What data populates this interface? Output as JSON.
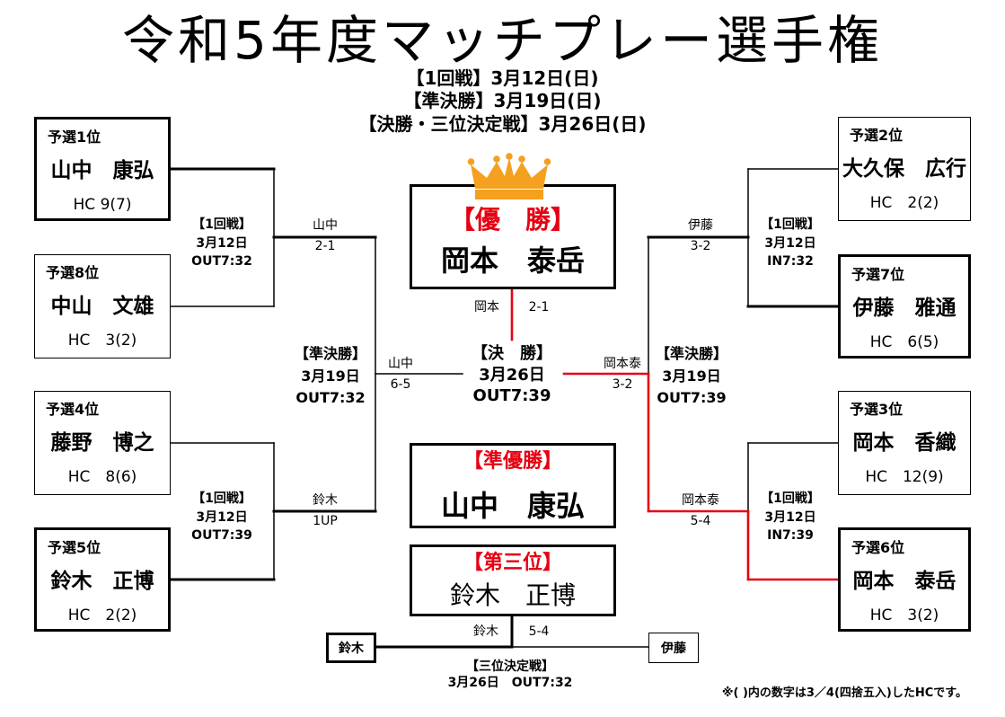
{
  "title": "令和5年度マッチプレー選手権",
  "schedule": [
    "【1回戦】3月12日(日)",
    "【準決勝】3月19日(日)",
    "【決勝・三位決定戦】3月26日(日)"
  ],
  "players": {
    "left": [
      {
        "seed": "予選1位",
        "name": "山中　康弘",
        "hc": "HC 9(7)"
      },
      {
        "seed": "予選8位",
        "name": "中山　文雄",
        "hc": "HC　3(2)"
      },
      {
        "seed": "予選4位",
        "name": "藤野　博之",
        "hc": "HC　8(6)"
      },
      {
        "seed": "予選5位",
        "name": "鈴木　正博",
        "hc": "HC　2(2)"
      }
    ],
    "right": [
      {
        "seed": "予選2位",
        "name": "大久保　広行",
        "hc": "HC　2(2)"
      },
      {
        "seed": "予選7位",
        "name": "伊藤　雅通",
        "hc": "HC　6(5)"
      },
      {
        "seed": "予選3位",
        "name": "岡本　香織",
        "hc": "HC　12(9)"
      },
      {
        "seed": "予選6位",
        "name": "岡本　泰岳",
        "hc": "HC　3(2)"
      }
    ]
  },
  "round1": {
    "left": [
      {
        "label": "【1回戦】",
        "date": "3月12日",
        "tee": "OUT7:32",
        "winner": "山中",
        "score": "2-1"
      },
      {
        "label": "【1回戦】",
        "date": "3月12日",
        "tee": "OUT7:39",
        "winner": "鈴木",
        "score": "1UP"
      }
    ],
    "right": [
      {
        "label": "【1回戦】",
        "date": "3月12日",
        "tee": "IN7:32",
        "winner": "伊藤",
        "score": "3-2"
      },
      {
        "label": "【1回戦】",
        "date": "3月12日",
        "tee": "IN7:39",
        "winner": "岡本泰",
        "score": "5-4"
      }
    ]
  },
  "semifinal": {
    "left": {
      "label": "【準決勝】",
      "date": "3月19日",
      "tee": "OUT7:32",
      "winner": "山中",
      "score": "6-5"
    },
    "right": {
      "label": "【準決勝】",
      "date": "3月19日",
      "tee": "OUT7:39",
      "winner": "岡本泰",
      "score": "3-2"
    }
  },
  "final": {
    "label": "【決　勝】",
    "date": "3月26日",
    "tee": "OUT7:39",
    "winner": "岡本",
    "score": "2-1"
  },
  "results": {
    "champion": {
      "label": "【優　勝】",
      "name": "岡本　泰岳"
    },
    "runner_up": {
      "label": "【準優勝】",
      "name": "山中　康弘"
    },
    "third": {
      "label": "【第三位】",
      "name": "鈴木　正博"
    }
  },
  "third_place_match": {
    "label": "【三位決定戦】",
    "date_tee": "3月26日　OUT7:32",
    "winner": "鈴木",
    "score": "5-4",
    "players": [
      "鈴木",
      "伊藤"
    ]
  },
  "footnote": "※( )内の数字は3／4(四捨五入)したHCです。",
  "colors": {
    "accent_red": "#E60012",
    "line": "#000000",
    "crown": "#F5A01E"
  },
  "icons": {
    "crown": "crown-icon"
  }
}
